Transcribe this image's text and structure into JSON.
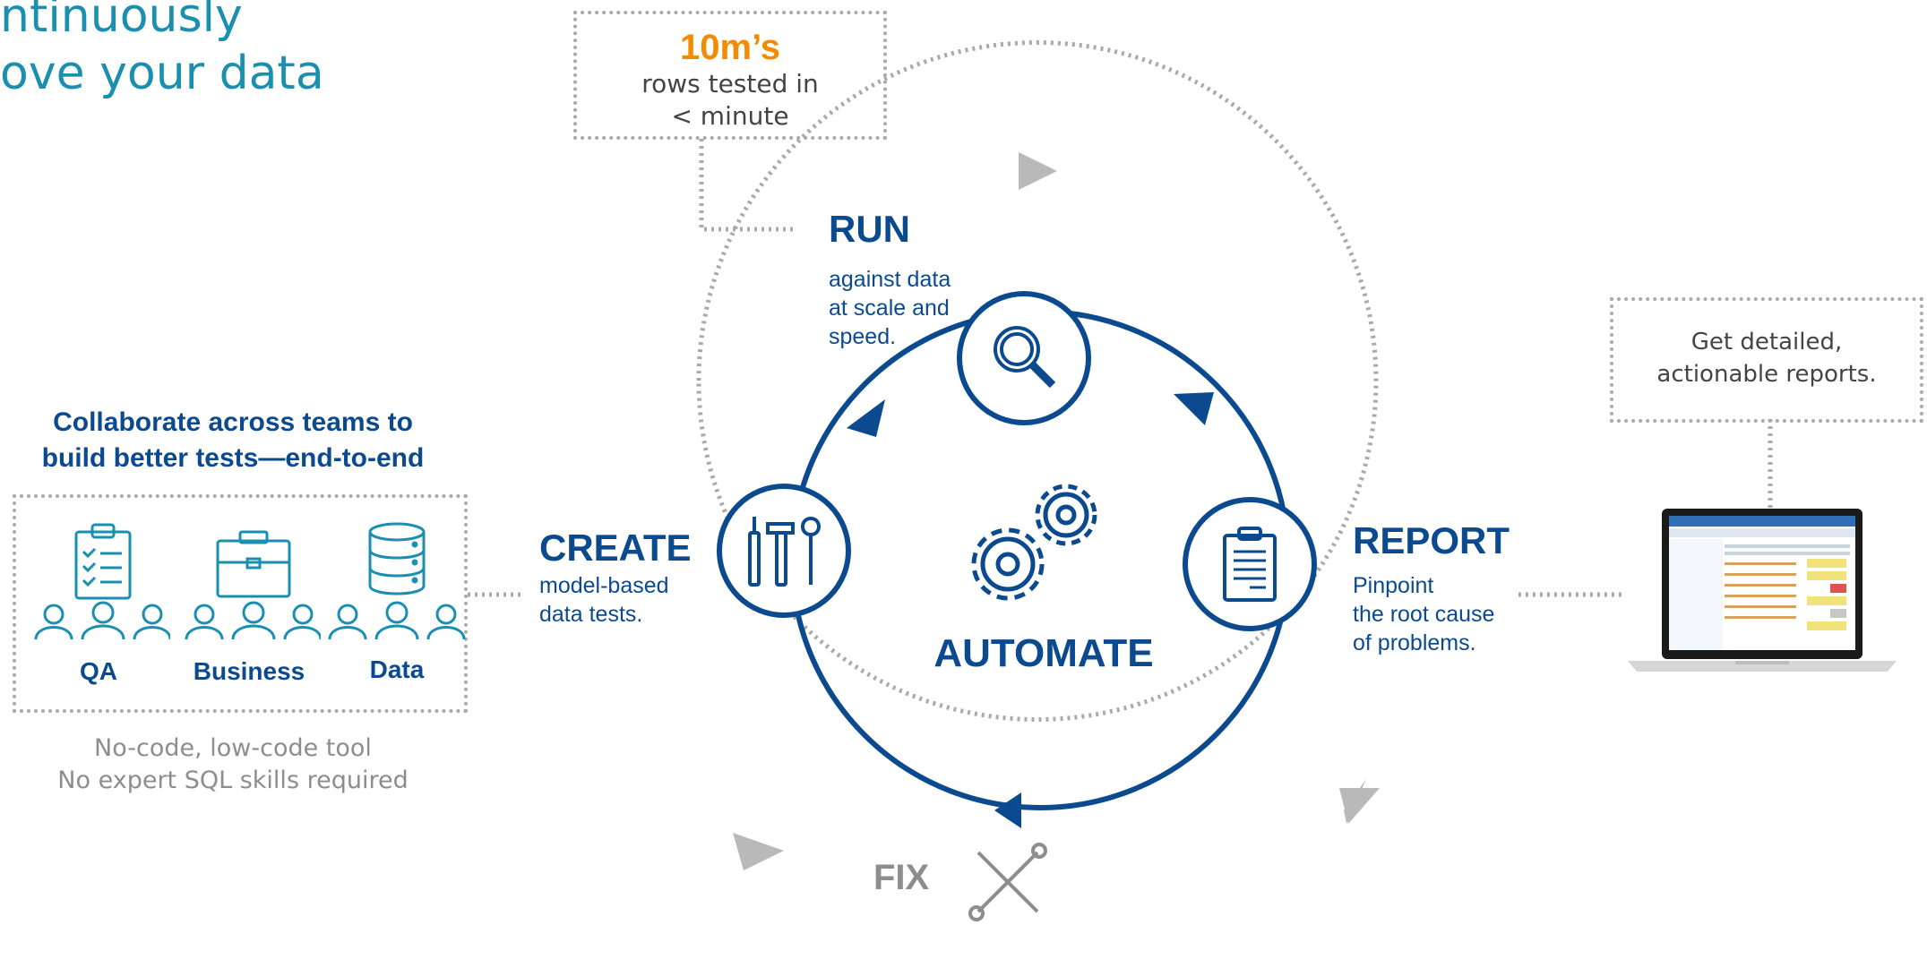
{
  "colors": {
    "primary_blue": "#0b4a8f",
    "teal": "#1a8fb0",
    "orange": "#f38b00",
    "grey_dots": "#aaaaaa",
    "grey_text": "#8d8d8d"
  },
  "headline": {
    "line1": "ntinuously",
    "line2": "ove your data"
  },
  "stat": {
    "value": "10m’s",
    "line1": "rows tested in",
    "line2": "< minute"
  },
  "collab": {
    "title_line1": "Collaborate across teams to",
    "title_line2": "build better tests—end-to-end",
    "teams": [
      {
        "label": "QA",
        "icon": "clipboard-checklist-icon"
      },
      {
        "label": "Business",
        "icon": "briefcase-icon"
      },
      {
        "label": "Data",
        "icon": "database-icon"
      }
    ],
    "note_line1": "No-code, low-code tool",
    "note_line2": "No expert SQL skills required"
  },
  "cycle": {
    "center_label": "AUTOMATE",
    "run": {
      "title": "RUN",
      "line1": "against data",
      "line2": "at scale and",
      "line3": "speed.",
      "icon": "magnifier-icon"
    },
    "create": {
      "title": "CREATE",
      "line1": "model-based",
      "line2": "data tests.",
      "icon": "tools-icon"
    },
    "report": {
      "title": "REPORT",
      "line1": "Pinpoint",
      "line2": "the root cause",
      "line3": "of problems.",
      "icon": "report-clipboard-icon"
    },
    "fix": {
      "title": "FIX",
      "icon": "wrench-screwdriver-icon"
    }
  },
  "reports_callout": {
    "line1": "Get detailed,",
    "line2": "actionable reports."
  },
  "laptop": {
    "icon": "laptop-screenshot-icon"
  }
}
